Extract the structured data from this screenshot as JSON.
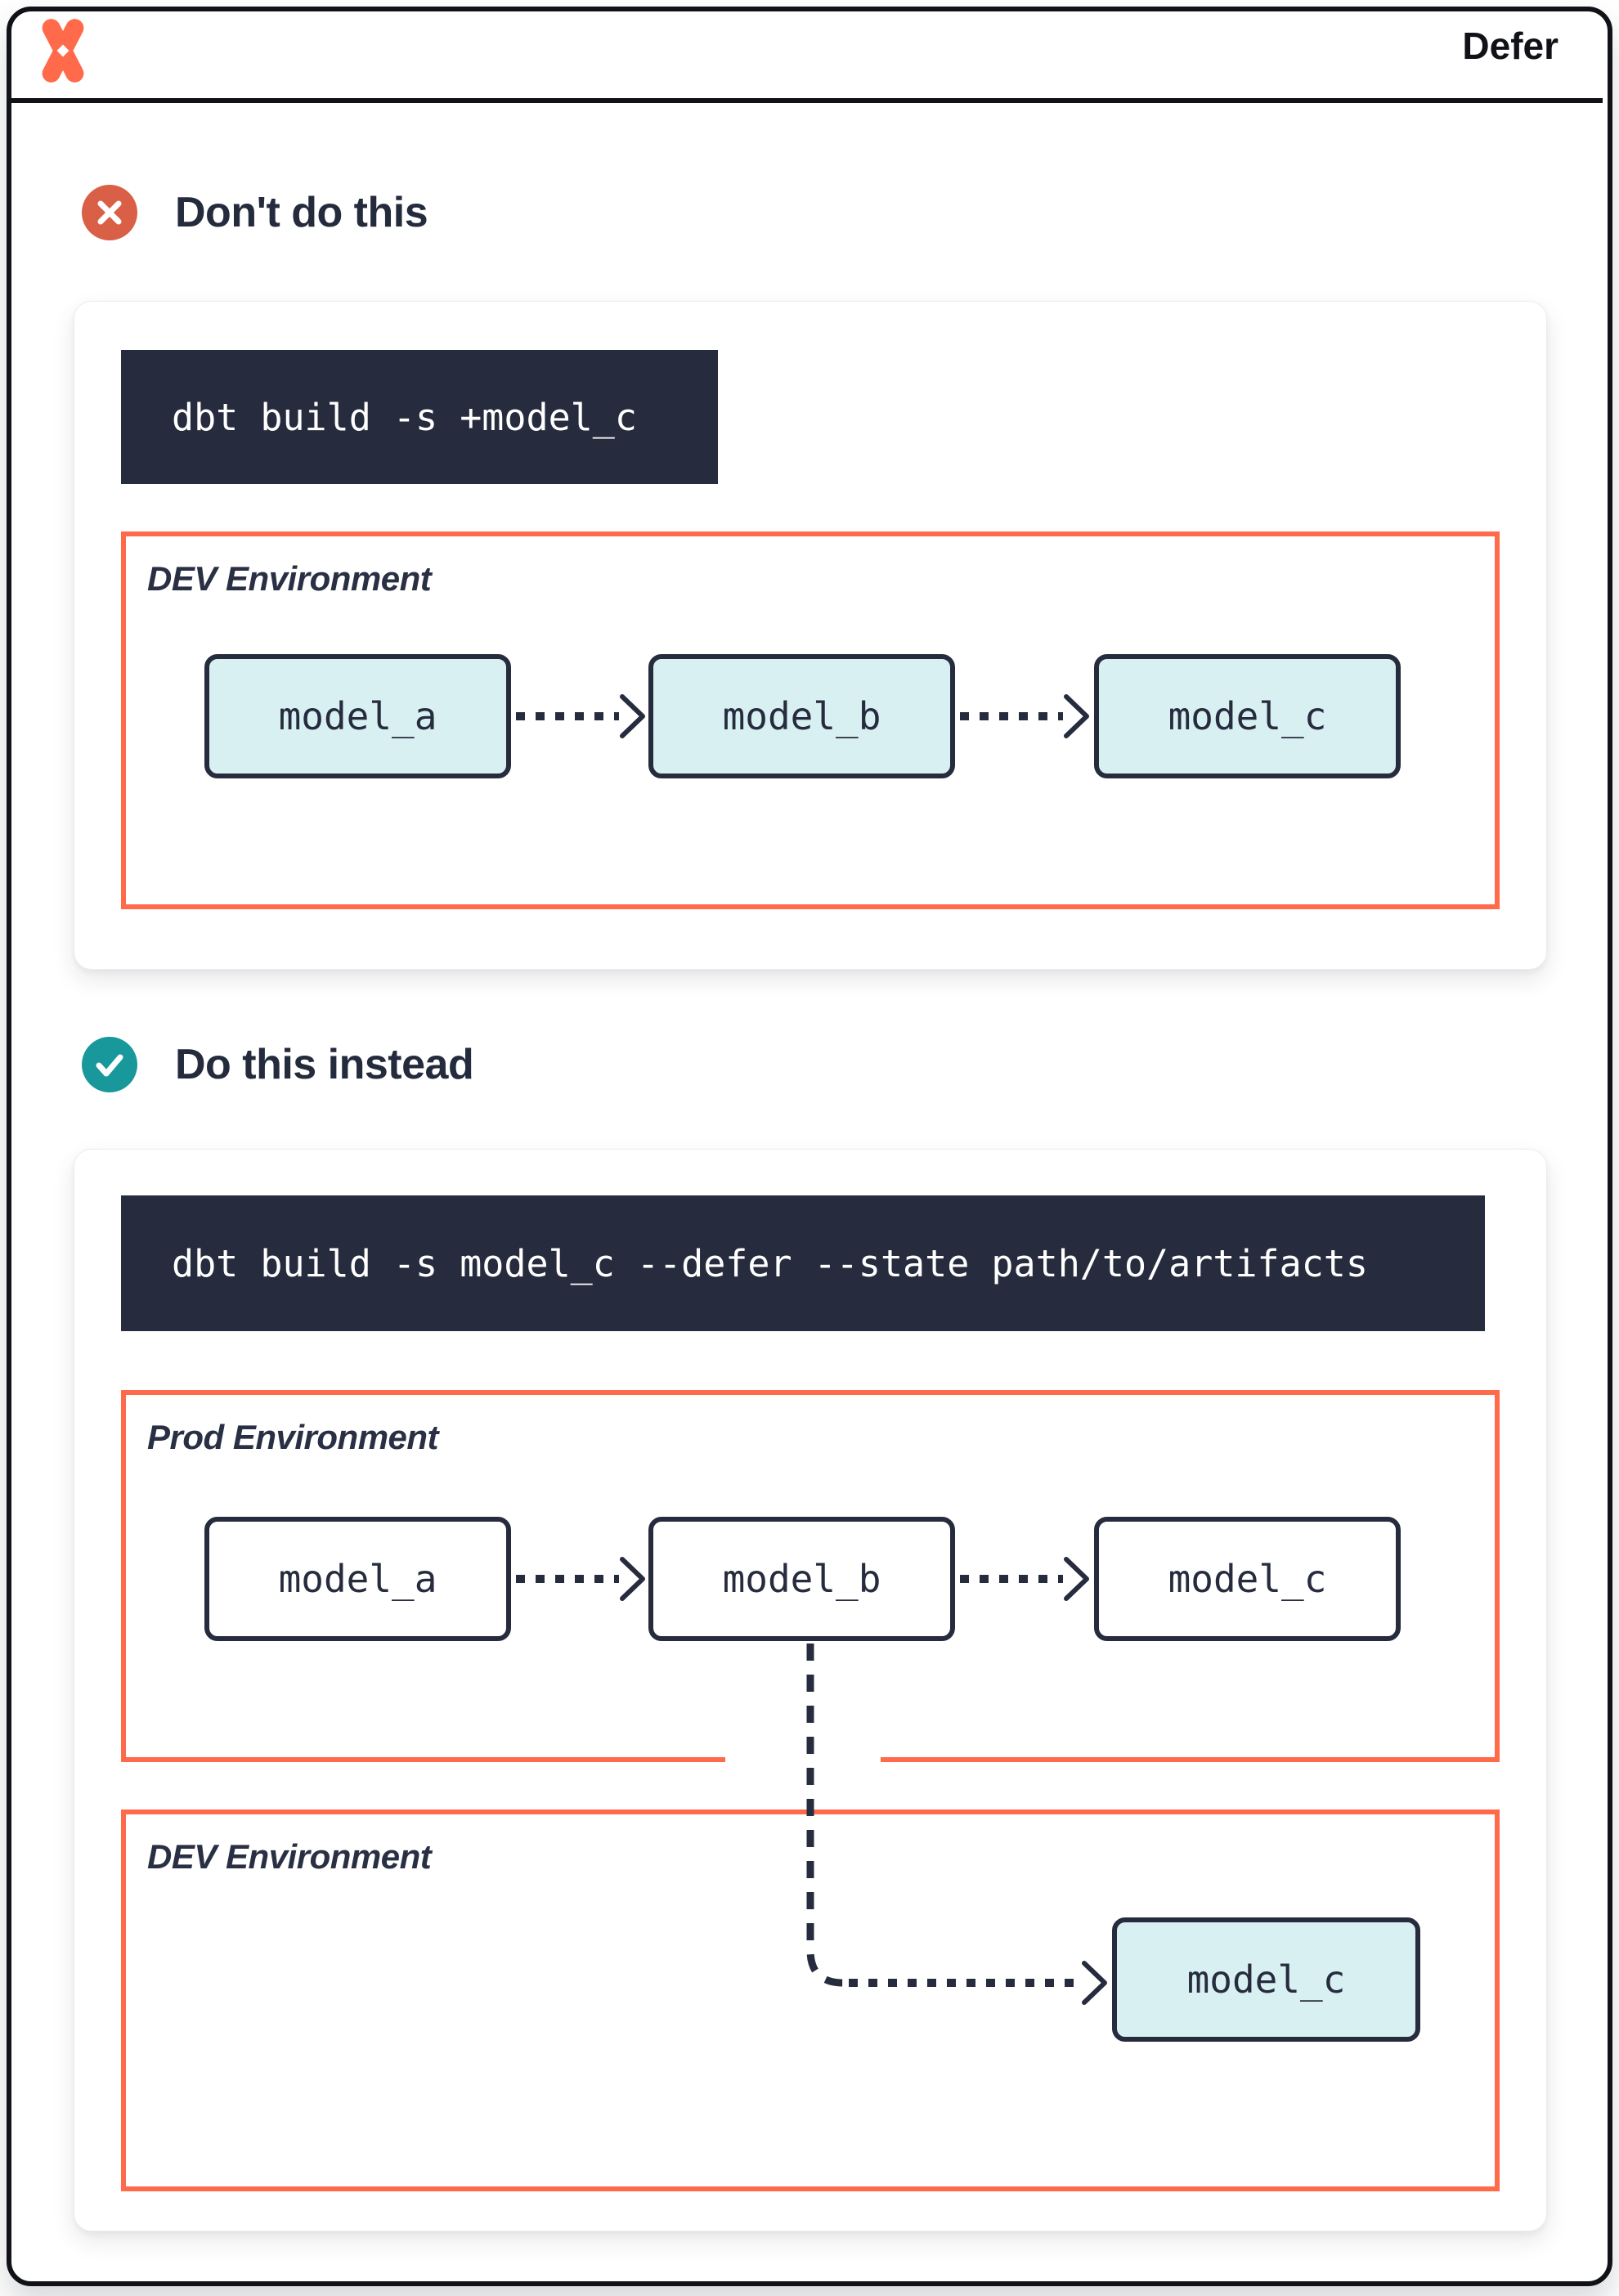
{
  "header": {
    "title": "Defer",
    "logo": "dbt-logo"
  },
  "colors": {
    "dbt_orange": "#ff6a4a",
    "navy": "#262c3e",
    "red_badge": "#d95f47",
    "teal_badge": "#18989b",
    "model_fill_teal": "#d9f0f2",
    "frame_border": "#101218"
  },
  "sections": {
    "dont": {
      "heading": "Don't do this",
      "badge": "x-icon",
      "command": "dbt build -s +model_c",
      "env": {
        "label": "DEV Environment",
        "models": [
          "model_a",
          "model_b",
          "model_c"
        ]
      }
    },
    "do": {
      "heading": "Do this instead",
      "badge": "check-icon",
      "command": "dbt build -s model_c --defer --state path/to/artifacts",
      "prod_env": {
        "label": "Prod Environment",
        "models": [
          "model_a",
          "model_b",
          "model_c"
        ]
      },
      "dev_env": {
        "label": "DEV Environment",
        "models": [
          "model_c"
        ]
      }
    }
  }
}
